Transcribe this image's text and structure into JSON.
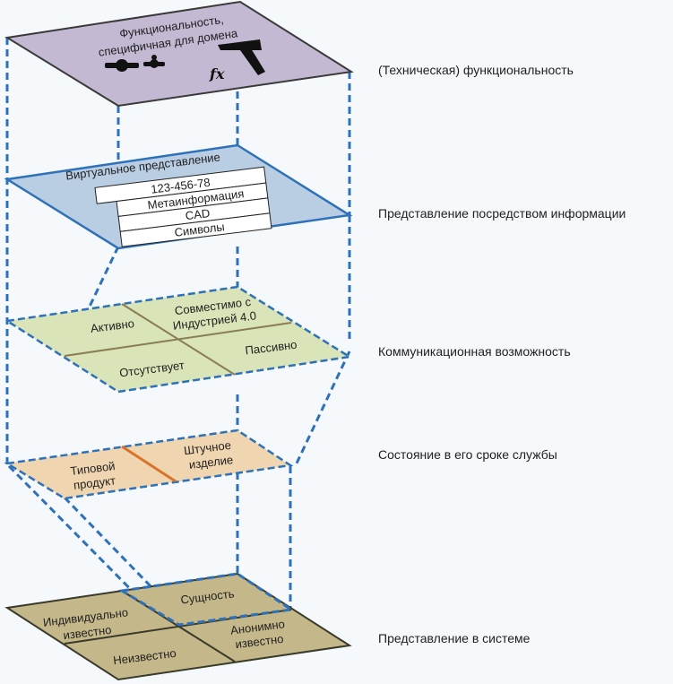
{
  "layers": [
    {
      "id": "functionality",
      "side_label": "(Техническая) функциональность",
      "fill": "#c3b9d3",
      "cells": [
        {
          "text_lines": [
            "Функциональность,",
            "специфичная для домена"
          ]
        }
      ],
      "icons": [
        "gears-icon",
        "hammer-icon",
        "function-fx-icon"
      ]
    },
    {
      "id": "information",
      "side_label": "Представление посредством информации",
      "fill": "#b9cde3",
      "title": "Виртуальное представление",
      "records": [
        "123-456-78",
        "Метаинформация",
        "CAD",
        "Символы"
      ]
    },
    {
      "id": "communication",
      "side_label": "Коммуникационная возможность",
      "fill": "#d9e4b8",
      "cells": [
        {
          "text_lines": [
            "Активно"
          ]
        },
        {
          "text_lines": [
            "Совместимо с",
            "Индустрией 4.0"
          ]
        },
        {
          "text_lines": [
            "Отсутствует"
          ]
        },
        {
          "text_lines": [
            "Пассивно"
          ]
        }
      ]
    },
    {
      "id": "lifecycle",
      "side_label": "Состояние в его сроке службы",
      "fill": "#efd5b0",
      "cells": [
        {
          "text_lines": [
            "Типовой",
            "продукт"
          ]
        },
        {
          "text_lines": [
            "Штучное",
            "изделие"
          ]
        }
      ]
    },
    {
      "id": "system",
      "side_label": "Представление в системе",
      "fill": "#c4b88b",
      "cells": [
        {
          "text_lines": [
            "Индивидуально",
            "известно"
          ]
        },
        {
          "text_lines": [
            "Сущность"
          ]
        },
        {
          "text_lines": [
            "Неизвестно"
          ]
        },
        {
          "text_lines": [
            "Анонимно",
            "известно"
          ]
        }
      ]
    }
  ],
  "colors": {
    "guide": "#2f71b9",
    "edge_dark": "#4a4a3a",
    "lifecycle_divider": "#d9732a"
  }
}
